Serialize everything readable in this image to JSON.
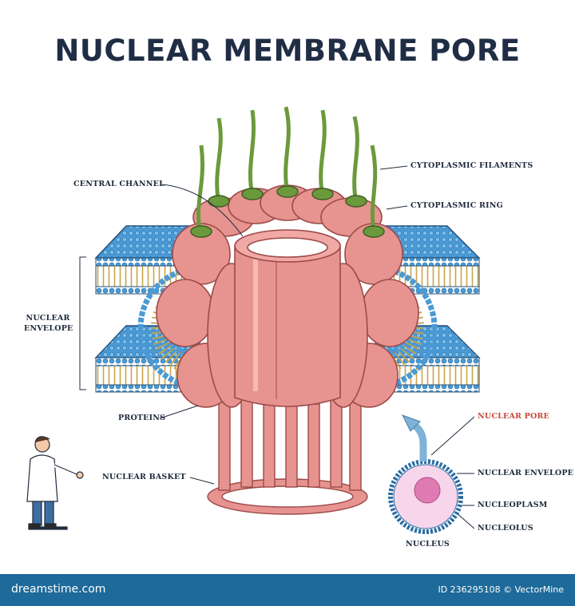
{
  "title": "NUCLEAR MEMBRANE PORE",
  "labels": {
    "cytoplasmic_filaments": "CYTOPLASMIC FILAMENTS",
    "central_channel": "CENTRAL CHANNEL",
    "cytoplasmic_ring": "CYTOPLASMIC RING",
    "nuclear_envelope_line1": "NUCLEAR",
    "nuclear_envelope_line2": "ENVELOPE",
    "proteins": "PROTEINS",
    "nuclear_basket": "NUCLEAR BASKET",
    "nuclear_pore": "NUCLEAR PORE",
    "nuclear_envelope": "NUCLEAR ENVELOPE",
    "nucleoplasm": "NUCLEOPLASM",
    "nucleolus": "NUCLEOLUS",
    "nucleus": "NUCLEUS"
  },
  "footer": {
    "site": "dreamstime.com",
    "credit": "ID 236295108 © VectorMine"
  },
  "colors": {
    "title": "#1f2d45",
    "pore_protein": "#e7938f",
    "filament": "#6b9a3c",
    "membrane_blue": "#4a9ad6",
    "lipid_tail": "#d4b25a",
    "highlight_label": "#c4493b",
    "footer": "#1e6a9a"
  }
}
